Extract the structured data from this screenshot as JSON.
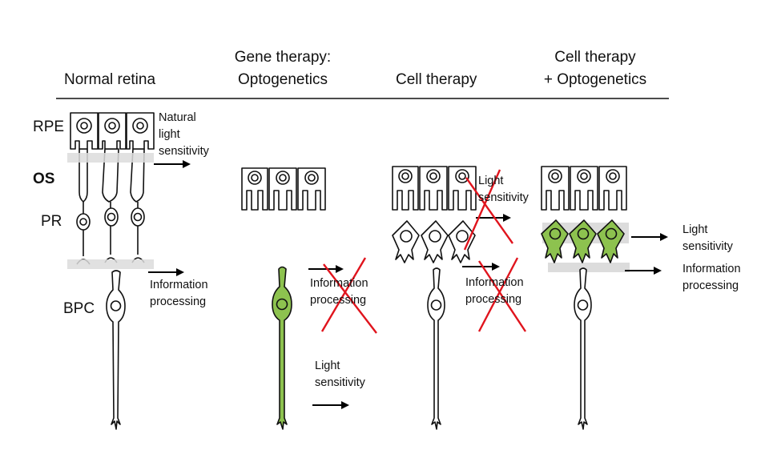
{
  "headers": {
    "normal": "Normal retina",
    "gene_line1": "Gene therapy:",
    "gene_line2": "Optogenetics",
    "cell": "Cell therapy",
    "combo_line1": "Cell therapy",
    "combo_line2": "+ Optogenetics"
  },
  "layers": {
    "rpe": "RPE",
    "os": "OS",
    "pr": "PR",
    "bpc": "BPC"
  },
  "normal_notes": {
    "natural_1": "Natural",
    "natural_2": "light",
    "natural_3": "sensitivity",
    "info_1": "Information",
    "info_2": "processing"
  },
  "gene_notes": {
    "info_1": "Information",
    "info_2": "processing",
    "light_1": "Light",
    "light_2": "sensitivity"
  },
  "cell_notes": {
    "light_1": "Light",
    "light_2": "sensitivity",
    "info_1": "Information",
    "info_2": "processing"
  },
  "combo_notes": {
    "light_1": "Light",
    "light_2": "sensitivity",
    "info_1": "Information",
    "info_2": "processing"
  },
  "colors": {
    "optogenetic_green": "#8dc24f",
    "cross_red": "#e0141d",
    "band_gray": "#dcdcdc"
  }
}
